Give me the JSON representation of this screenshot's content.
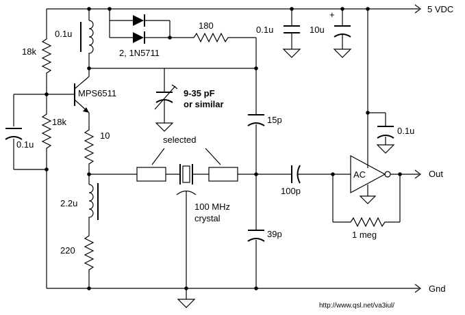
{
  "labels": {
    "supply": "5 VDC",
    "out": "Out",
    "gnd": "Gnd",
    "amp": "AC",
    "url": "http://www.qsl.net/va3iul/"
  },
  "components": {
    "r_top_bias": "18k",
    "r_bot_bias": "18k",
    "c_base": "0.1u",
    "c_collector": "0.1u",
    "transistor": "MPS6511",
    "diodes": "2, 1N5711",
    "r_diode": "180",
    "c_bypass1": "0.1u",
    "c_bypass2": "10u",
    "c_bypass2_polarity": "+",
    "trimmer_value": "9-35 pF",
    "trimmer_note": "or similar",
    "r_emitter": "10",
    "selected_note": "selected",
    "crystal_freq": "100 MHz",
    "crystal_word": "crystal",
    "inductor": "2.2u",
    "r_220": "220",
    "c_15p": "15p",
    "c_39p": "39p",
    "c_coupling": "100p",
    "c_amp_supply": "0.1u",
    "r_feedback": "1 meg"
  }
}
